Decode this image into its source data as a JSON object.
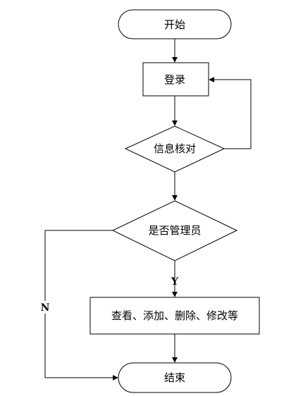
{
  "diagram": {
    "nodes": {
      "start": {
        "label": "开始",
        "shape": "terminator"
      },
      "login": {
        "label": "登录",
        "shape": "process"
      },
      "verify": {
        "label": "信息核对",
        "shape": "decision"
      },
      "is_admin": {
        "label": "是否管理员",
        "shape": "decision"
      },
      "operations": {
        "label": "查看、添加、删除、修改等",
        "shape": "process"
      },
      "end": {
        "label": "结束",
        "shape": "terminator"
      }
    },
    "edges": {
      "yes_label": "Y",
      "no_label": "N"
    }
  }
}
